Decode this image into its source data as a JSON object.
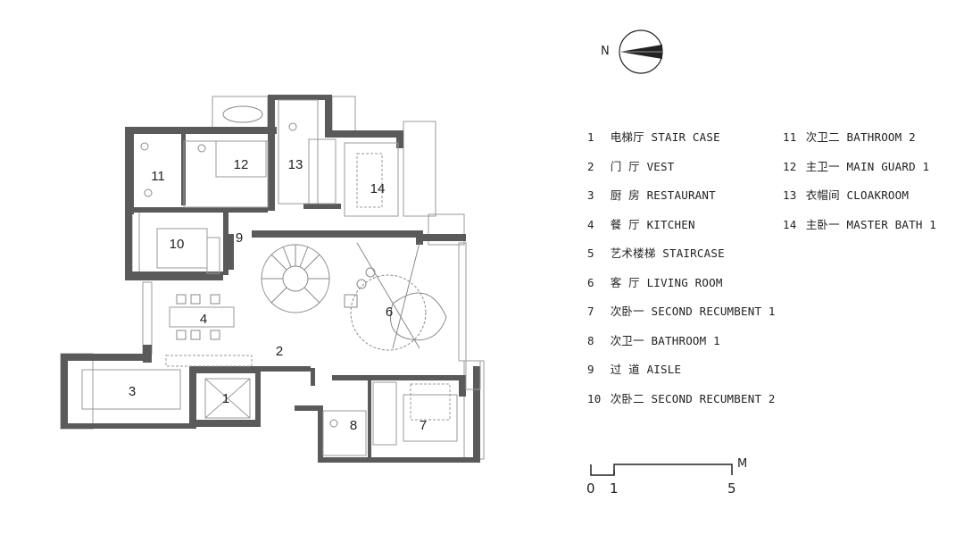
{
  "compass": {
    "label": "N"
  },
  "legend": {
    "col1": [
      {
        "num": "1",
        "name": "电梯厅 STAIR CASE"
      },
      {
        "num": "2",
        "name": "门  厅 VEST"
      },
      {
        "num": "3",
        "name": "厨  房 RESTAURANT"
      },
      {
        "num": "4",
        "name": "餐  厅 KITCHEN"
      },
      {
        "num": "5",
        "name": "艺术楼梯 STAIRCASE"
      },
      {
        "num": "6",
        "name": "客  厅 LIVING ROOM"
      },
      {
        "num": "7",
        "name": "次卧一 SECOND RECUMBENT 1"
      },
      {
        "num": "8",
        "name": "次卫一 BATHROOM 1"
      },
      {
        "num": "9",
        "name": "过  道 AISLE"
      },
      {
        "num": "10",
        "name": "次卧二 SECOND RECUMBENT 2"
      }
    ],
    "col2": [
      {
        "num": "11",
        "name": "次卫二 BATHROOM 2"
      },
      {
        "num": "12",
        "name": "主卫一 MAIN GUARD 1"
      },
      {
        "num": "13",
        "name": "衣帽间 CLOAKROOM"
      },
      {
        "num": "14",
        "name": "主卧一 MASTER BATH 1"
      }
    ]
  },
  "rooms": {
    "r1": "1",
    "r2": "2",
    "r3": "3",
    "r4": "4",
    "r6": "6",
    "r7": "7",
    "r8": "8",
    "r9": "9",
    "r10": "10",
    "r11": "11",
    "r12": "12",
    "r13": "13",
    "r14": "14"
  },
  "scale": {
    "zero": "0",
    "one": "1",
    "five": "5",
    "unit": "M"
  },
  "colors": {
    "wall": "#5a5a5a",
    "line": "#9a9a9a",
    "accent": "#222222"
  }
}
